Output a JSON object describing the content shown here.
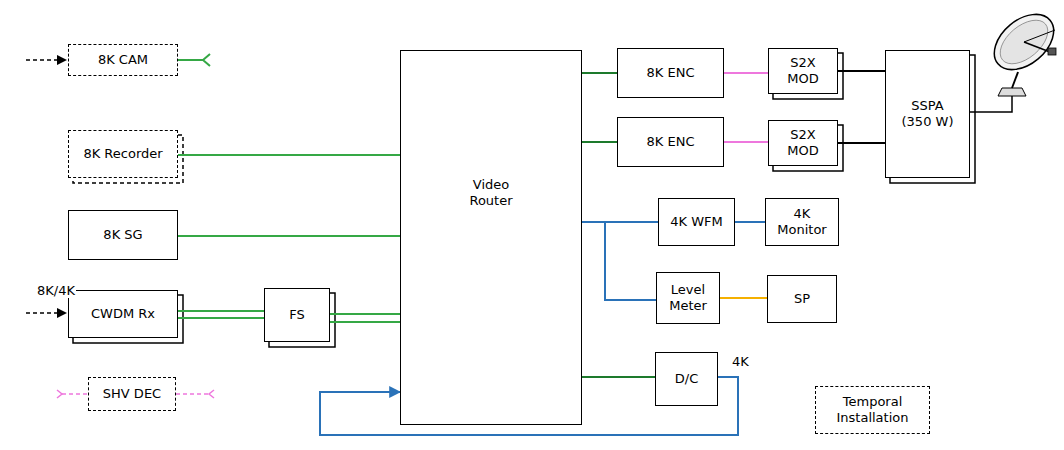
{
  "diagram": {
    "nodes": [
      {
        "text": [
          "8K CAM"
        ]
      },
      {
        "text": [
          "8K Recorder"
        ]
      },
      {
        "text": [
          "8K SG"
        ]
      },
      {
        "text": [
          "CWDM Rx"
        ]
      },
      {
        "text": [
          "FS"
        ]
      },
      {
        "text": [
          "SHV DEC"
        ]
      },
      {
        "text": [
          "Video Router"
        ]
      },
      {
        "text": [
          "8K ENC"
        ]
      },
      {
        "text": [
          "S2X MOD"
        ]
      },
      {
        "text": [
          "8K ENC"
        ]
      },
      {
        "text": [
          "S2X MOD"
        ]
      },
      {
        "text": [
          "SSPA (350 W)"
        ]
      },
      {
        "text": [
          "4K WFM"
        ]
      },
      {
        "text": [
          "4K Monitor"
        ]
      },
      {
        "text": [
          "Level Meter"
        ]
      },
      {
        "text": [
          "SP"
        ]
      },
      {
        "text": [
          "D/C"
        ]
      },
      {
        "text": [
          "Temporal Installation"
        ]
      }
    ],
    "edges": [
      {
        "from": 1,
        "to": 6,
        "arrow": "none"
      },
      {
        "from": 2,
        "to": 6,
        "arrow": "none"
      },
      {
        "from": 3,
        "to": 4,
        "arrow": "none"
      },
      {
        "from": 3,
        "to": 4,
        "arrow": "none"
      },
      {
        "from": 4,
        "to": 6,
        "arrow": "none"
      },
      {
        "from": 4,
        "to": 6,
        "arrow": "none"
      },
      {
        "from": 6,
        "to": 7,
        "arrow": "none"
      },
      {
        "from": 7,
        "to": 8,
        "arrow": "none"
      },
      {
        "from": 6,
        "to": 9,
        "arrow": "none"
      },
      {
        "from": 9,
        "to": 10,
        "arrow": "none"
      },
      {
        "from": 8,
        "to": 11,
        "arrow": "none"
      },
      {
        "from": 10,
        "to": 11,
        "arrow": "none"
      },
      {
        "from": 6,
        "to": 12,
        "arrow": "none"
      },
      {
        "from": 12,
        "to": 13,
        "arrow": "none"
      },
      {
        "from": 6,
        "to": 14,
        "arrow": "none"
      },
      {
        "from": 14,
        "to": 15,
        "arrow": "none"
      },
      {
        "from": 6,
        "to": 16,
        "arrow": "none"
      },
      {
        "from": 16,
        "to": 6,
        "arrow": "to"
      }
    ],
    "labels": [
      "8K/4K",
      "4K"
    ]
  }
}
